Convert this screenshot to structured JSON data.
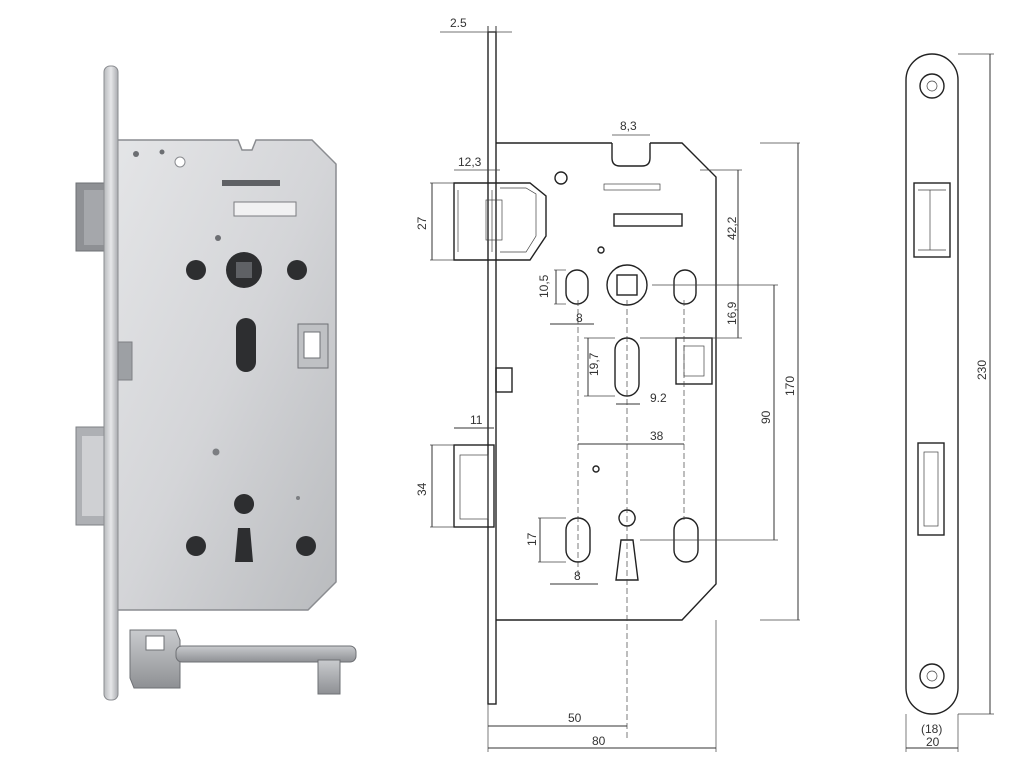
{
  "dimensions": {
    "d2_5": "2.5",
    "d8_3": "8,3",
    "d12_3": "12,3",
    "d27": "27",
    "d42_2": "42,2",
    "d10_5": "10,5",
    "d16_9": "16,9",
    "d8a": "8",
    "d19_7": "19,7",
    "d9_2": "9.2",
    "d170": "170",
    "d90": "90",
    "d11": "11",
    "d38": "38",
    "d34": "34",
    "d17": "17",
    "d8b": "8",
    "d50": "50",
    "d80": "80",
    "d230": "230",
    "d18": "(18)",
    "d20": "20"
  },
  "colors": {
    "plate_light": "#d9dadc",
    "plate_dark": "#9c9ea2",
    "line": "#333333"
  }
}
